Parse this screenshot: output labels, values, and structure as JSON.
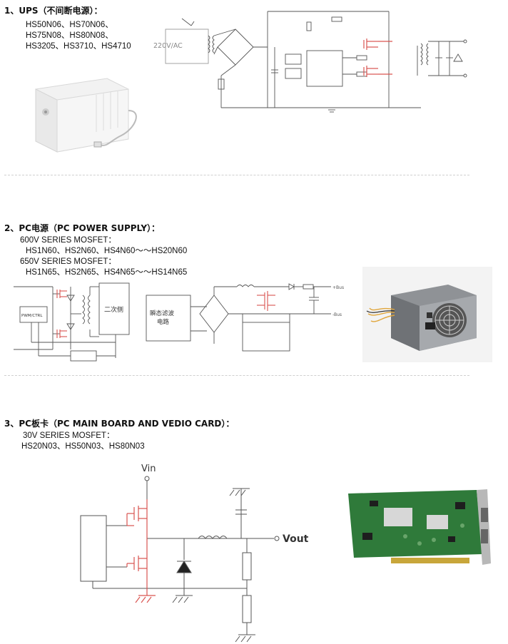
{
  "sections": [
    {
      "title": "1、UPS（不间断电源）：",
      "lines": [
        "HS50N06、HS70N06、",
        "HS75N08、HS80N08、",
        "HS3205、HS3710、HS4710"
      ],
      "schematic_label": "220V/AC"
    },
    {
      "title": "2、PC电源（PC POWER SUPPLY）：",
      "lines": [
        "600V SERIES MOSFET：",
        "HS1N60、HS2N60、HS4N60～～HS20N60",
        "650V SERIES MOSFET：",
        "HS1N65、HS2N65、HS4N65～～HS14N65"
      ],
      "schematic_labels": {
        "pwm": "PWM/CTRL",
        "secondary": "二次侧",
        "filter_line1": "瞬态滤波",
        "filter_line2": "电路",
        "bus_plus": "+Bus",
        "bus_minus": "-Bus"
      }
    },
    {
      "title": "3、PC板卡（PC MAIN BOARD AND VEDIO CARD）：",
      "lines": [
        "30V SERIES MOSFET：",
        "HS20N03、HS50N03、HS80N03"
      ],
      "schematic_labels": {
        "vin": "Vin",
        "vout": "Vout"
      }
    }
  ],
  "colors": {
    "mosfet_highlight": "#d9534f",
    "wire": "#555555"
  },
  "icons": [
    "ups-device-photo",
    "pc-power-supply-photo",
    "graphics-card-photo"
  ]
}
